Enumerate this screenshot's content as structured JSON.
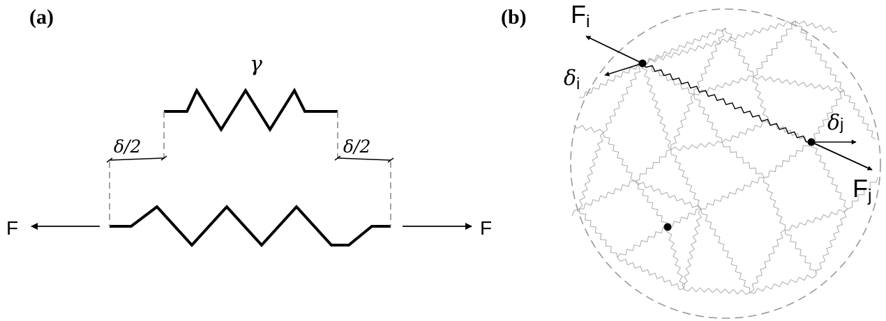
{
  "panel_a": {
    "label": "(a)",
    "gamma_label": "γ",
    "delta_left_label": "δ/2",
    "delta_right_label": "δ/2",
    "force_left_label": "F",
    "force_right_label": "F"
  },
  "panel_b": {
    "label": "(b)",
    "force_i_main": "F",
    "force_i_sub": "i",
    "delta_i_main": "δ",
    "delta_i_sub": "i",
    "delta_j_main": "δ",
    "delta_j_sub": "j",
    "force_j_main": "F",
    "force_j_sub": "j"
  },
  "colors": {
    "ink": "#000000",
    "mesh_gray": "#aaaaaa",
    "boundary_gray": "#999999"
  }
}
